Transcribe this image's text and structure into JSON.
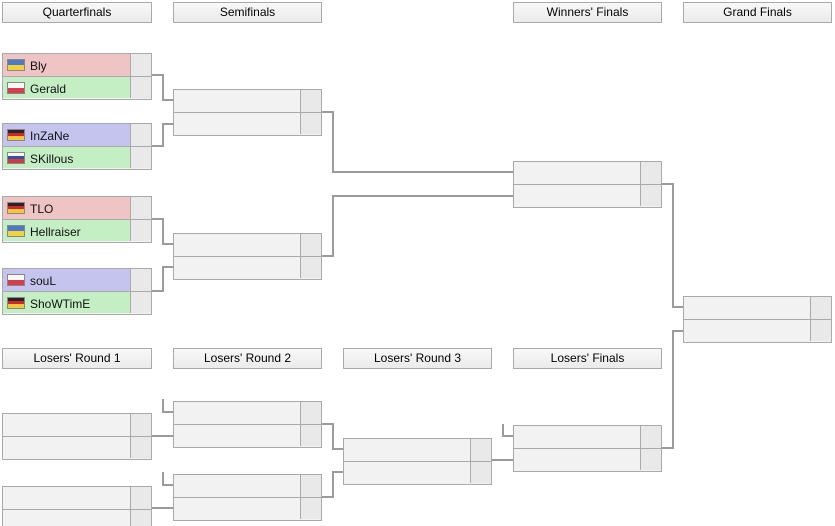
{
  "colors": {
    "page_background": "#ffffff",
    "border": "#aaaaaa",
    "connector_line": "#9b9b9b",
    "header_background": "#f2f2f2",
    "empty_row_background": "#f2f2f2",
    "score_cell_background": "#e9e9e9",
    "race_zerg_pink": "#efc4c4",
    "race_protoss_green": "#c4efc4",
    "race_terran_purple": "#c4c4ef"
  },
  "headers": {
    "quarterfinals": "Quarterfinals",
    "semifinals": "Semifinals",
    "winners_finals": "Winners' Finals",
    "grand_finals": "Grand Finals",
    "losers_round_1": "Losers' Round 1",
    "losers_round_2": "Losers' Round 2",
    "losers_round_3": "Losers' Round 3",
    "losers_finals": "Losers' Finals"
  },
  "players": {
    "bly": {
      "name": "Bly",
      "country": "Ukraine",
      "row_color": "#efc4c4",
      "score": ""
    },
    "gerald": {
      "name": "Gerald",
      "country": "Poland",
      "row_color": "#c4efc4",
      "score": ""
    },
    "inzane": {
      "name": "InZaNe",
      "country": "Germany",
      "row_color": "#c4c4ef",
      "score": ""
    },
    "skillous": {
      "name": "SKillous",
      "country": "Russia",
      "row_color": "#c4efc4",
      "score": ""
    },
    "tlo": {
      "name": "TLO",
      "country": "Germany",
      "row_color": "#efc4c4",
      "score": ""
    },
    "hellraiser": {
      "name": "Hellraiser",
      "country": "Ukraine",
      "row_color": "#c4efc4",
      "score": ""
    },
    "soul": {
      "name": "souL",
      "country": "Poland",
      "row_color": "#c4c4ef",
      "score": ""
    },
    "showtime": {
      "name": "ShoWTimE",
      "country": "Germany",
      "row_color": "#c4efc4",
      "score": ""
    }
  },
  "matchups": {
    "qf1": {
      "top": "Bly",
      "bottom": "Gerald"
    },
    "qf2": {
      "top": "InZaNe",
      "bottom": "SKillous"
    },
    "qf3": {
      "top": "TLO",
      "bottom": "Hellraiser"
    },
    "qf4": {
      "top": "souL",
      "bottom": "ShoWTimE"
    }
  }
}
